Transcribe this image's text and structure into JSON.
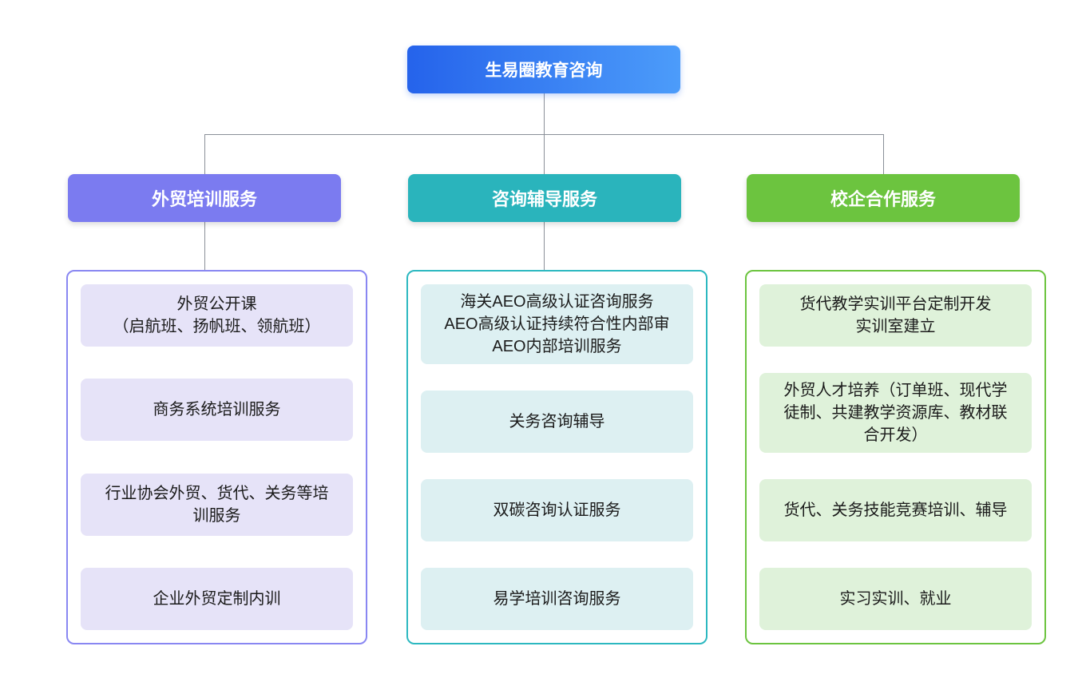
{
  "page": {
    "background": "#ffffff",
    "connector_color": "#8a8f98"
  },
  "root": {
    "title": "生易圈教育咨询",
    "gradient_start": "#2563eb",
    "gradient_end": "#4c9cfa"
  },
  "columns": [
    {
      "title": "外贸培训服务",
      "accent": "#7b7bf0",
      "item_bg": "#e6e3f8",
      "items": [
        {
          "lines": [
            "外贸公开课",
            "（启航班、扬帆班、领航班）"
          ]
        },
        {
          "lines": [
            "商务系统培训服务"
          ]
        },
        {
          "lines": [
            "行业协会外贸、货代、关务等培",
            "训服务"
          ]
        },
        {
          "lines": [
            "企业外贸定制内训"
          ]
        }
      ]
    },
    {
      "title": "咨询辅导服务",
      "accent": "#2ab4bc",
      "item_bg": "#ddf0f2",
      "items": [
        {
          "lines": [
            "海关AEO高级认证咨询服务",
            "AEO高级认证持续符合性内部审",
            "AEO内部培训服务"
          ]
        },
        {
          "lines": [
            "关务咨询辅导"
          ]
        },
        {
          "lines": [
            "双碳咨询认证服务"
          ]
        },
        {
          "lines": [
            "易学培训咨询服务"
          ]
        }
      ]
    },
    {
      "title": "校企合作服务",
      "accent": "#6cc43f",
      "item_bg": "#dff2da",
      "items": [
        {
          "lines": [
            "货代教学实训平台定制开发",
            "实训室建立"
          ]
        },
        {
          "lines": [
            "外贸人才培养（订单班、现代学",
            "徒制、共建教学资源库、教材联",
            "合开发）"
          ]
        },
        {
          "lines": [
            "货代、关务技能竞赛培训、辅导"
          ]
        },
        {
          "lines": [
            "实习实训、就业"
          ]
        }
      ]
    }
  ]
}
